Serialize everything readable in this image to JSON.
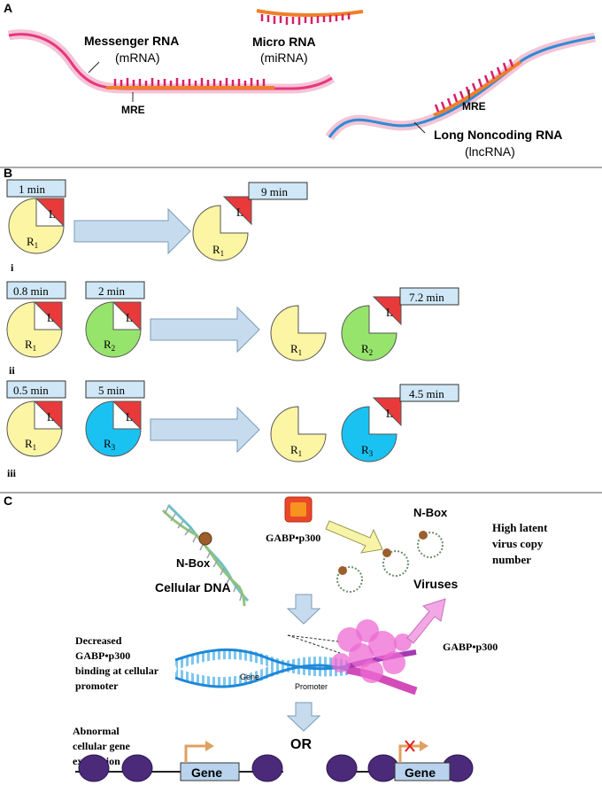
{
  "panels": {
    "a": "A",
    "b": "B",
    "c": "C"
  },
  "panel_a": {
    "mrna_name": "Messenger RNA",
    "mrna_abbr": "(mRNA)",
    "mirna_name": "Micro RNA",
    "mirna_abbr": "(miRNA)",
    "mre_left": "MRE",
    "mre_right": "MRE",
    "lncrna_name": "Long Noncoding RNA",
    "lncrna_abbr": "(lncRNA)"
  },
  "panel_b": {
    "row1": {
      "label": "i",
      "time_bound": "1 min",
      "time_after": "9 min",
      "receptor": "R",
      "receptor_sub": "1",
      "ligand": "L"
    },
    "row2": {
      "label": "ii",
      "time_r1": "0.8 min",
      "time_r2": "2 min",
      "time_after": "7.2 min",
      "receptor1": "R",
      "receptor1_sub": "1",
      "receptor2": "R",
      "receptor2_sub": "2",
      "ligand": "L"
    },
    "row3": {
      "label": "iii",
      "time_r1": "0.5 min",
      "time_r3": "5 min",
      "time_after": "4.5 min",
      "receptor1": "R",
      "receptor1_sub": "1",
      "receptor3": "R",
      "receptor3_sub": "3",
      "ligand": "L"
    }
  },
  "panel_c": {
    "gabp_top": "GABP•p300",
    "nbox_dna": "N-Box",
    "nbox_virus": "N-Box",
    "cellular_dna": "Cellular DNA",
    "viruses": "Viruses",
    "high_latent": [
      "High latent",
      "virus copy",
      "number"
    ],
    "decreased": [
      "Decreased",
      "GABP•p300",
      "binding at cellular",
      "promoter"
    ],
    "gabp_right": "GABP•p300",
    "gene_small": "Gene",
    "promoter_small": "Promoter",
    "or": "OR",
    "abnormal": [
      "Abnormal",
      "cellular gene",
      "expression"
    ],
    "gene_left": "Gene",
    "gene_right": "Gene"
  },
  "colors": {
    "receptor1": "#fbf5a4",
    "receptor2": "#96e46c",
    "receptor3": "#1ac2f2",
    "ligand": "#e83a3a",
    "timebox": "#cfe7f6",
    "arrow": "#c6dcee",
    "mrna": "#e8367f",
    "mirna": "#ef7f2a",
    "lncrna": "#2f8bd4",
    "gabp": "#e8472a",
    "pink_protein": "#ee6ad3",
    "nucleosome": "#4b2a7a"
  }
}
